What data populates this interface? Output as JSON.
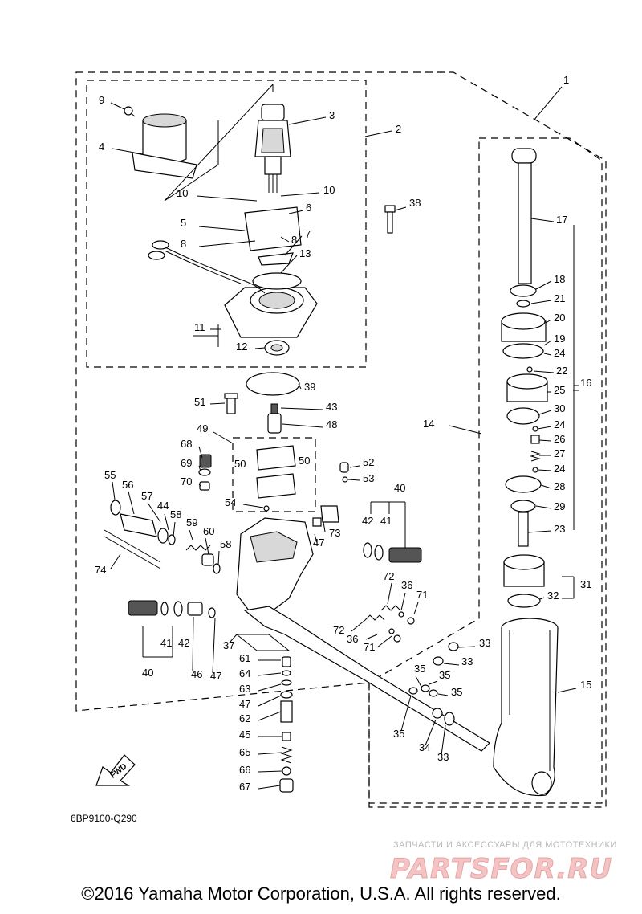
{
  "callouts": [
    "1",
    "2",
    "3",
    "4",
    "9",
    "10",
    "10",
    "5",
    "6",
    "8",
    "8",
    "7",
    "13",
    "11",
    "12",
    "38",
    "39",
    "43",
    "48",
    "51",
    "49",
    "50",
    "50",
    "52",
    "53",
    "54",
    "68",
    "69",
    "70",
    "55",
    "56",
    "57",
    "44",
    "58",
    "59",
    "60",
    "58",
    "73",
    "47",
    "40",
    "42",
    "41",
    "74",
    "72",
    "36",
    "71",
    "72",
    "36",
    "71",
    "41",
    "42",
    "40",
    "46",
    "47",
    "37",
    "33",
    "33",
    "35",
    "35",
    "35",
    "35",
    "34",
    "33",
    "61",
    "64",
    "63",
    "47",
    "62",
    "45",
    "65",
    "66",
    "67",
    "14",
    "17",
    "18",
    "21",
    "20",
    "19",
    "24",
    "22",
    "25",
    "16",
    "30",
    "24",
    "26",
    "27",
    "24",
    "28",
    "29",
    "23",
    "31",
    "32",
    "15"
  ],
  "fwd_label": "FWD",
  "figure_code": "6BP9100-Q290",
  "watermark": {
    "tagline": "ЗАПЧАСТИ И АКСЕССУАРЫ ДЛЯ МОТОТЕХНИКИ",
    "brand": "PARTSFOR.RU"
  },
  "copyright": "©2016 Yamaha Motor Corporation, U.S.A. All rights reserved."
}
